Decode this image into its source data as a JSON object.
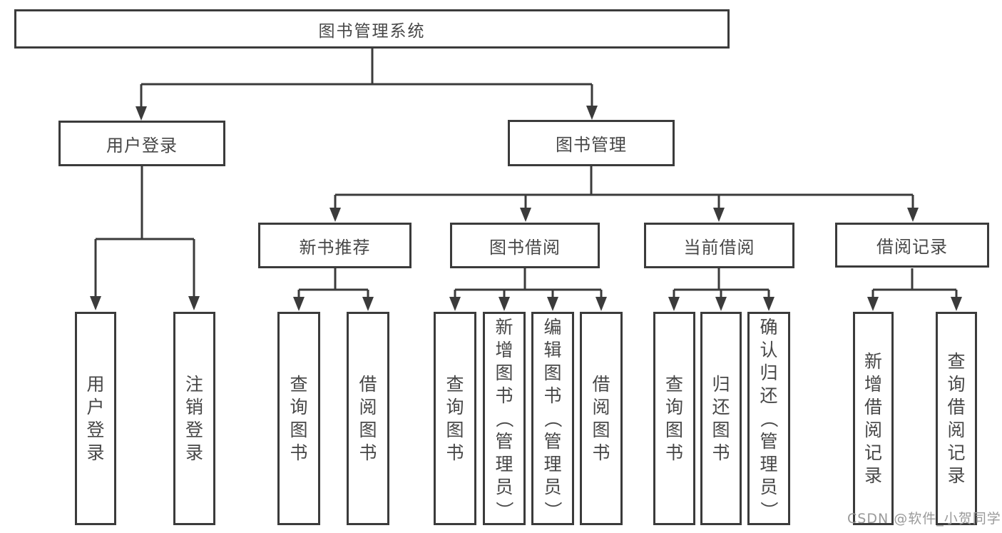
{
  "title": "图书管理系统",
  "watermark": "CSDN @软件_小贺同学",
  "colors": {
    "line": "#3b3b3b",
    "text": "#474747",
    "watermark": "#9a9a9a",
    "background": "#ffffff"
  },
  "labels": {
    "root": "图书管理系统",
    "user_login": "用户登录",
    "book_mgmt": "图书管理",
    "new_book_rec": "新书推荐",
    "book_borrow": "图书借阅",
    "cur_borrow": "当前借阅",
    "borrow_rec": "借阅记录",
    "ul_user_login": "用户登录",
    "ul_logout": "注销登录",
    "nbr_query": "查询图书",
    "nbr_borrow": "借阅图书",
    "bb_query": "查询图书",
    "bb_add": "新增图书（管理员）",
    "bb_edit": "编辑图书（管理员）",
    "bb_borrow": "借阅图书",
    "cb_query": "查询图书",
    "cb_return": "归还图书",
    "cb_confirm": "确认归还（管理员）",
    "br_add": "新增借阅记录",
    "br_query": "查询借阅记录"
  },
  "tree": {
    "root": "图书管理系统",
    "branches": [
      {
        "label": "用户登录",
        "children": [
          "用户登录",
          "注销登录"
        ]
      },
      {
        "label": "图书管理",
        "children": [
          {
            "label": "新书推荐",
            "children": [
              "查询图书",
              "借阅图书"
            ]
          },
          {
            "label": "图书借阅",
            "children": [
              "查询图书",
              "新增图书（管理员）",
              "编辑图书（管理员）",
              "借阅图书"
            ]
          },
          {
            "label": "当前借阅",
            "children": [
              "查询图书",
              "归还图书",
              "确认归还（管理员）"
            ]
          },
          {
            "label": "借阅记录",
            "children": [
              "新增借阅记录",
              "查询借阅记录"
            ]
          }
        ]
      }
    ]
  }
}
